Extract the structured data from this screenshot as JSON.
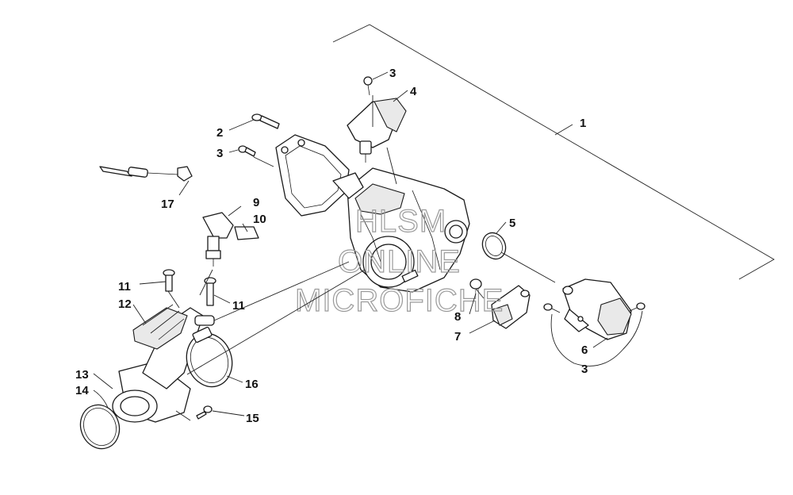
{
  "callouts": [
    {
      "id": "c1",
      "text": "1"
    },
    {
      "id": "c2",
      "text": "2"
    },
    {
      "id": "c3a",
      "text": "3"
    },
    {
      "id": "c3b",
      "text": "3"
    },
    {
      "id": "c3c",
      "text": "3"
    },
    {
      "id": "c4",
      "text": "4"
    },
    {
      "id": "c5",
      "text": "5"
    },
    {
      "id": "c6",
      "text": "6"
    },
    {
      "id": "c7",
      "text": "7"
    },
    {
      "id": "c8",
      "text": "8"
    },
    {
      "id": "c9",
      "text": "9"
    },
    {
      "id": "c10",
      "text": "10"
    },
    {
      "id": "c11a",
      "text": "11"
    },
    {
      "id": "c11b",
      "text": "11"
    },
    {
      "id": "c12",
      "text": "12"
    },
    {
      "id": "c13",
      "text": "13"
    },
    {
      "id": "c14",
      "text": "14"
    },
    {
      "id": "c15",
      "text": "15"
    },
    {
      "id": "c16",
      "text": "16"
    },
    {
      "id": "c17",
      "text": "17"
    }
  ],
  "watermark": {
    "line1": "HLSM",
    "line2": "ONLINE",
    "line3": "MICROFICHE"
  }
}
